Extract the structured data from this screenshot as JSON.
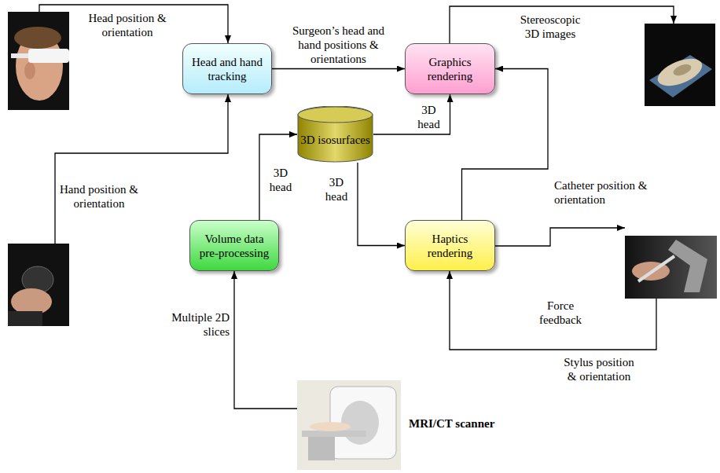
{
  "diagram": {
    "nodes": [
      {
        "text": [
          "Head and hand tracking"
        ]
      },
      {
        "text": [
          "Graphics rendering"
        ]
      },
      {
        "text": [
          "3D isosurfaces"
        ]
      },
      {
        "text": [
          "Volume data pre-processing"
        ]
      },
      {
        "text": [
          "Haptics rendering"
        ]
      },
      {
        "text": [
          "MRI/CT scanner"
        ]
      }
    ],
    "edges": [
      {
        "from": 0,
        "to": 1,
        "label": "Surgeon’s head and hand positions & orientations",
        "arrow": "to"
      },
      {
        "from": 2,
        "to": 1,
        "label": "3D head",
        "arrow": "to"
      },
      {
        "from": 3,
        "to": 2,
        "label": "3D head",
        "arrow": "to"
      },
      {
        "from": 2,
        "to": 4,
        "label": "3D head",
        "arrow": "to"
      },
      {
        "from": 4,
        "to": 1,
        "label": "Catheter position & orientation",
        "arrow": "to"
      },
      {
        "from": 5,
        "to": 3,
        "label": "Multiple 2D slices",
        "arrow": "to"
      }
    ],
    "labels": [
      "Head position & orientation",
      "Hand position & orientation",
      "Stereoscopic 3D images",
      "Force feedback",
      "Stylus position & orientation"
    ]
  }
}
